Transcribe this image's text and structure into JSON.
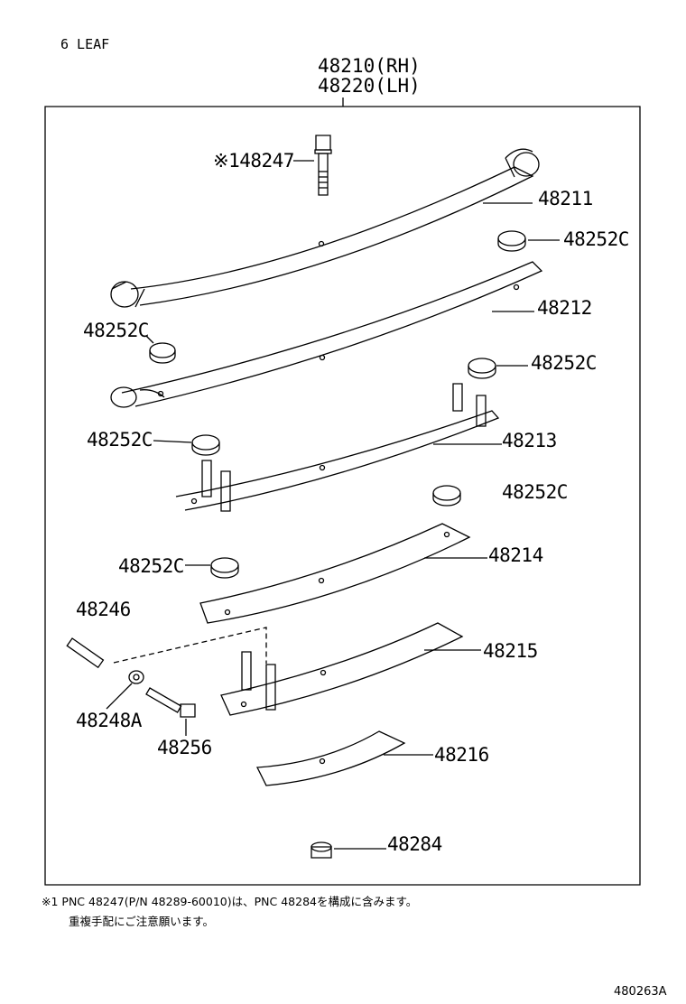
{
  "header": {
    "leaf_count": "6 LEAF",
    "assembly_rh": "48210(RH)",
    "assembly_lh": "48220(LH)"
  },
  "parts": {
    "p48247": "※148247",
    "p48211": "48211",
    "p48252c_1": "48252C",
    "p48212": "48212",
    "p48252c_2": "48252C",
    "p48252c_3": "48252C",
    "p48252c_4": "48252C",
    "p48213": "48213",
    "p48252c_5": "48252C",
    "p48252c_6": "48252C",
    "p48214": "48214",
    "p48246": "48246",
    "p48215": "48215",
    "p48248a": "48248A",
    "p48256": "48256",
    "p48216": "48216",
    "p48284": "48284"
  },
  "footnote": {
    "line1": "※1 PNC 48247(P/N 48289-60010)は、PNC 48284を構成に含みます。",
    "line2": "重複手配にご注意願います。"
  },
  "illustration_id": "480263A"
}
